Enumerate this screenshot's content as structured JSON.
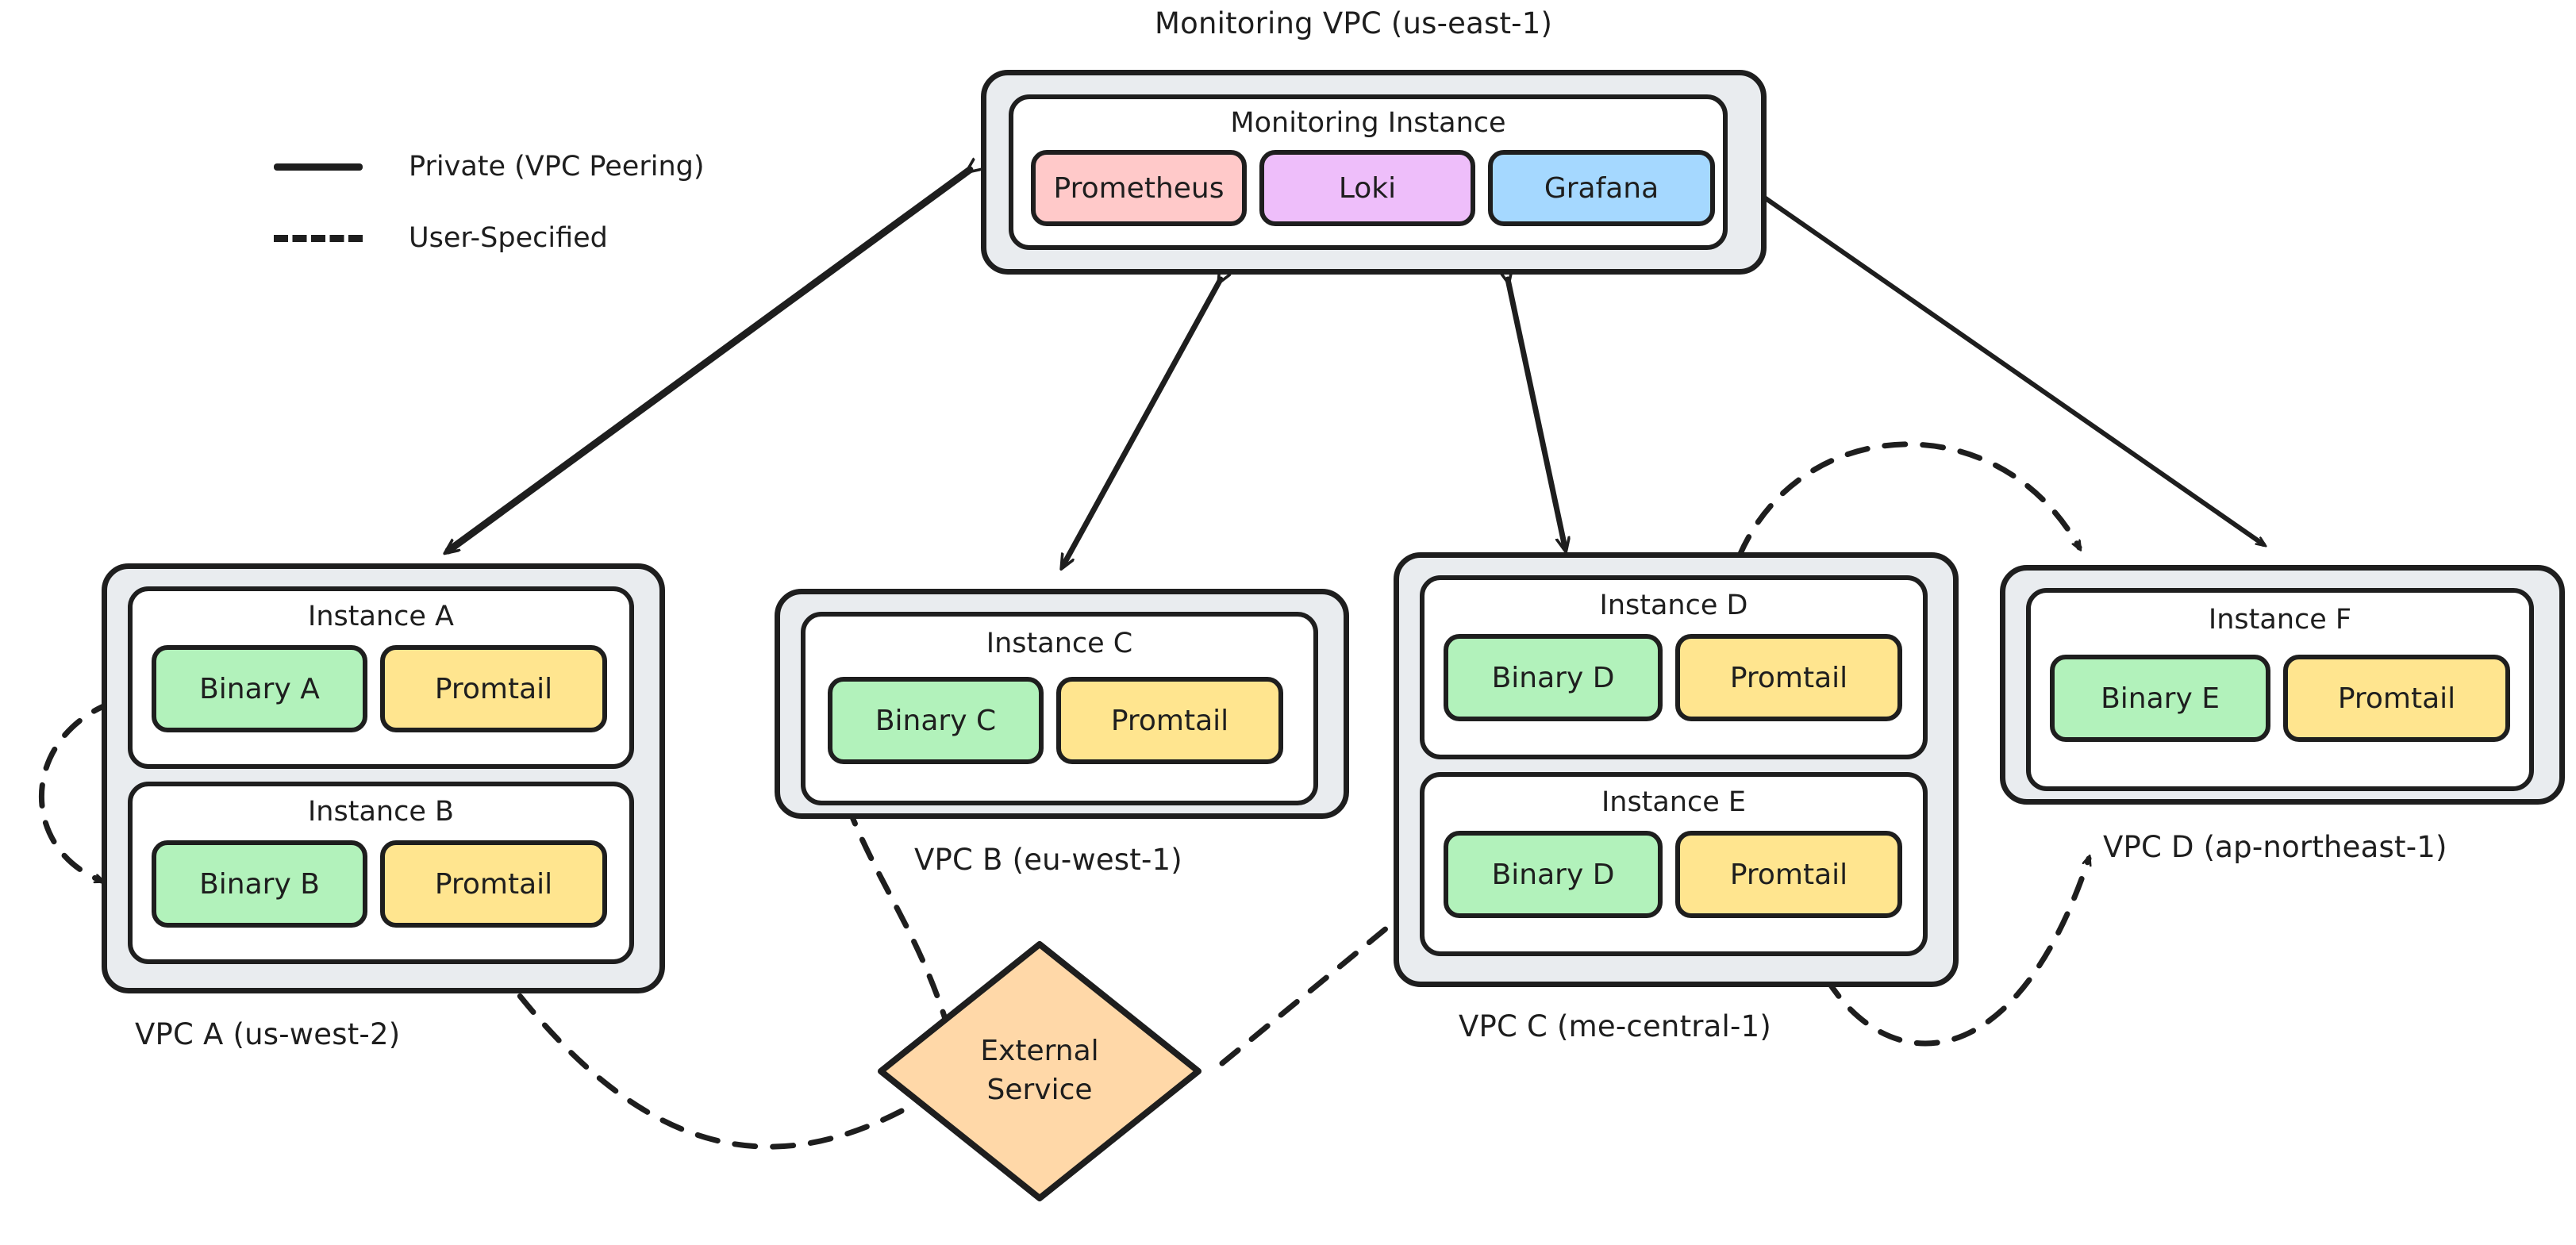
{
  "legend": {
    "items": [
      {
        "id": "private",
        "label": "Private (VPC Peering)",
        "style": "solid"
      },
      {
        "id": "user-specified",
        "label": "User-Specified",
        "style": "dashed"
      }
    ]
  },
  "monitoring": {
    "vpc_label": "Monitoring VPC (us-east-1)",
    "instance_label": "Monitoring Instance",
    "components": [
      {
        "id": "prometheus",
        "label": "Prometheus",
        "color": "#ffc9c9"
      },
      {
        "id": "loki",
        "label": "Loki",
        "color": "#eebefa"
      },
      {
        "id": "grafana",
        "label": "Grafana",
        "color": "#a5d8ff"
      }
    ]
  },
  "vpcs": [
    {
      "id": "vpc-a",
      "label": "VPC A (us-west-2)",
      "instances": [
        {
          "id": "instance-a",
          "label": "Instance A",
          "components": [
            {
              "id": "binary-a",
              "label": "Binary A",
              "color": "#b2f2bb"
            },
            {
              "id": "promtail-a",
              "label": "Promtail",
              "color": "#ffe58f"
            }
          ]
        },
        {
          "id": "instance-b",
          "label": "Instance B",
          "components": [
            {
              "id": "binary-b",
              "label": "Binary B",
              "color": "#b2f2bb"
            },
            {
              "id": "promtail-b",
              "label": "Promtail",
              "color": "#ffe58f"
            }
          ]
        }
      ]
    },
    {
      "id": "vpc-b",
      "label": "VPC B (eu-west-1)",
      "instances": [
        {
          "id": "instance-c",
          "label": "Instance C",
          "components": [
            {
              "id": "binary-c",
              "label": "Binary C",
              "color": "#b2f2bb"
            },
            {
              "id": "promtail-c",
              "label": "Promtail",
              "color": "#ffe58f"
            }
          ]
        }
      ]
    },
    {
      "id": "vpc-c",
      "label": "VPC C (me-central-1)",
      "instances": [
        {
          "id": "instance-d",
          "label": "Instance D",
          "components": [
            {
              "id": "binary-d",
              "label": "Binary D",
              "color": "#b2f2bb"
            },
            {
              "id": "promtail-d",
              "label": "Promtail",
              "color": "#ffe58f"
            }
          ]
        },
        {
          "id": "instance-e",
          "label": "Instance E",
          "components": [
            {
              "id": "binary-e-box",
              "label": "Binary D",
              "color": "#b2f2bb"
            },
            {
              "id": "promtail-e",
              "label": "Promtail",
              "color": "#ffe58f"
            }
          ]
        }
      ]
    },
    {
      "id": "vpc-d",
      "label": "VPC D (ap-northeast-1)",
      "instances": [
        {
          "id": "instance-f",
          "label": "Instance F",
          "components": [
            {
              "id": "binary-e",
              "label": "Binary E",
              "color": "#b2f2bb"
            },
            {
              "id": "promtail-f",
              "label": "Promtail",
              "color": "#ffe58f"
            }
          ]
        }
      ]
    }
  ],
  "external": {
    "id": "external-service",
    "label_line1": "External",
    "label_line2": "Service",
    "color": "#ffd8a8"
  },
  "connections": [
    {
      "id": "mon-vpca",
      "from": "monitoring-vpc",
      "to": "vpc-a",
      "style": "solid",
      "arrows": "both"
    },
    {
      "id": "mon-vpcb",
      "from": "monitoring-vpc",
      "to": "vpc-b",
      "style": "solid",
      "arrows": "both"
    },
    {
      "id": "mon-vpcc",
      "from": "monitoring-vpc",
      "to": "vpc-c",
      "style": "solid",
      "arrows": "both"
    },
    {
      "id": "mon-vpcd",
      "from": "monitoring-vpc",
      "to": "vpc-d",
      "style": "solid",
      "arrows": "both"
    },
    {
      "id": "insta-instb",
      "from": "instance-a",
      "to": "instance-b",
      "style": "dashed",
      "arrows": "both"
    },
    {
      "id": "vpcc-vpcd-top",
      "from": "vpc-c",
      "to": "vpc-d",
      "style": "dashed",
      "arrows": "both"
    },
    {
      "id": "vpcc-vpcd-bottom",
      "from": "vpc-c",
      "to": "vpc-d",
      "style": "dashed",
      "arrows": "both"
    },
    {
      "id": "ext-vpca",
      "from": "external-service",
      "to": "vpc-a",
      "style": "dashed",
      "arrows": "end"
    },
    {
      "id": "ext-vpcb",
      "from": "external-service",
      "to": "vpc-b",
      "style": "dashed",
      "arrows": "end"
    },
    {
      "id": "ext-vpcc",
      "from": "external-service",
      "to": "vpc-c",
      "style": "dashed",
      "arrows": "end"
    }
  ],
  "colors": {
    "stroke": "#1e1e1e",
    "vpc_fill": "#e9ecef",
    "instance_fill": "#ffffff",
    "background": "#ffffff"
  }
}
